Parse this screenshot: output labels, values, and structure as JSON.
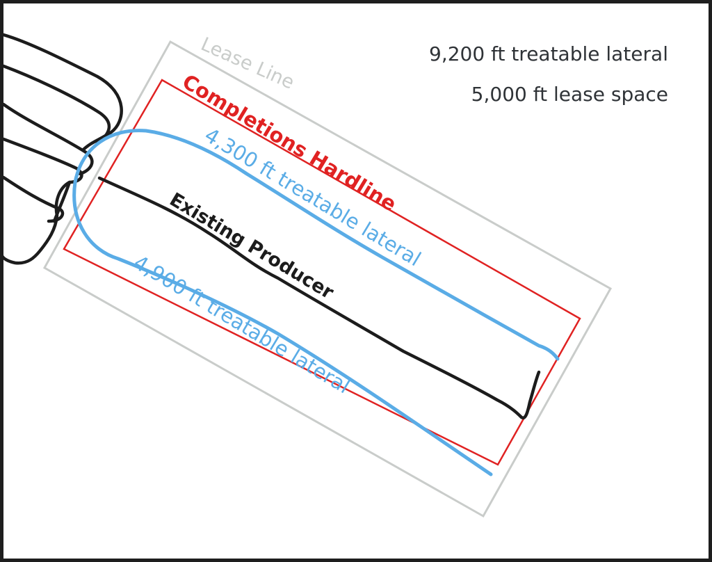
{
  "summary": {
    "total_lateral": "9,200 ft treatable lateral",
    "lease_space": "5,000 ft lease space"
  },
  "labels": {
    "lease_line": "Lease Line",
    "hardline": "Completions Hardline",
    "upper_lateral": "4,300 ft treatable lateral",
    "producer": "Existing Producer",
    "lower_lateral": "4,900 ft treatable lateral"
  },
  "colors": {
    "lease_line": "#c9ccca",
    "hardline": "#e02222",
    "lateral": "#5aace6",
    "producer": "#1c1c1c",
    "frame": "#1e1e1e",
    "summary_text": "#2f3337"
  }
}
